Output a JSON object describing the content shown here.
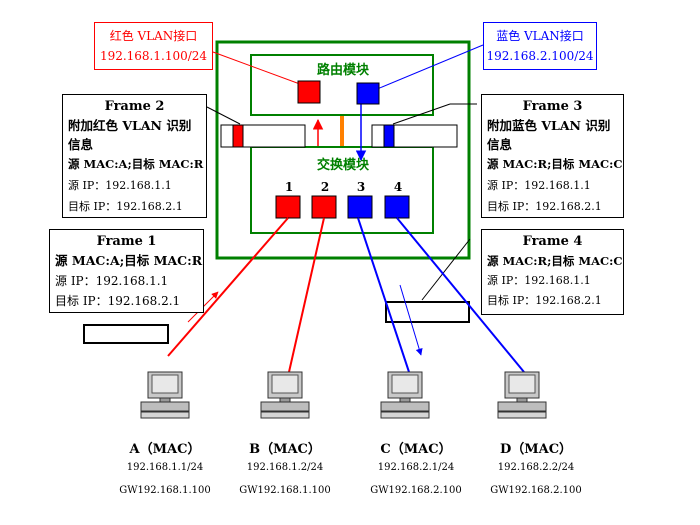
{
  "colors": {
    "red": "#ff0000",
    "blue": "#0000ff",
    "green": "#008000",
    "orange": "#ff8000",
    "black": "#000000"
  },
  "red_if": {
    "name": "红色 VLAN接口",
    "ip": "192.168.1.100/24"
  },
  "blue_if": {
    "name": "蓝色 VLAN接口",
    "ip": "192.168.2.100/24"
  },
  "router_label": "路由模块",
  "switch_label": "交换模块",
  "ports": [
    "1",
    "2",
    "3",
    "4"
  ],
  "frames": {
    "f2": {
      "title": "Frame 2",
      "lines": [
        "附加红色 VLAN 识别",
        "信息",
        "源 MAC:A;目标 MAC:R",
        "源 IP：192.168.1.1",
        "目标 IP：192.168.2.1"
      ]
    },
    "f3": {
      "title": "Frame 3",
      "lines": [
        "附加蓝色 VLAN 识别",
        "信息",
        "源 MAC:R;目标 MAC:C",
        "源 IP：192.168.1.1",
        "目标 IP：192.168.2.1"
      ]
    },
    "f1": {
      "title": "Frame 1",
      "lines": [
        "源 MAC:A;目标 MAC:R",
        "源 IP：192.168.1.1",
        "目标 IP：192.168.2.1"
      ]
    },
    "f4": {
      "title": "Frame 4",
      "lines": [
        "源 MAC:R;目标 MAC:C",
        "源 IP：192.168.1.1",
        "目标 IP：192.168.2.1"
      ]
    }
  },
  "hosts": [
    {
      "label": "A（MAC）",
      "ip": "192.168.1.1/24",
      "gw": "GW192.168.1.100",
      "icon": "computer-icon"
    },
    {
      "label": "B（MAC）",
      "ip": "192.168.1.2/24",
      "gw": "GW192.168.1.100",
      "icon": "computer-icon"
    },
    {
      "label": "C（MAC）",
      "ip": "192.168.2.1/24",
      "gw": "GW192.168.2.100",
      "icon": "computer-icon"
    },
    {
      "label": "D（MAC）",
      "ip": "192.168.2.2/24",
      "gw": "GW192.168.2.100",
      "icon": "computer-icon"
    }
  ]
}
